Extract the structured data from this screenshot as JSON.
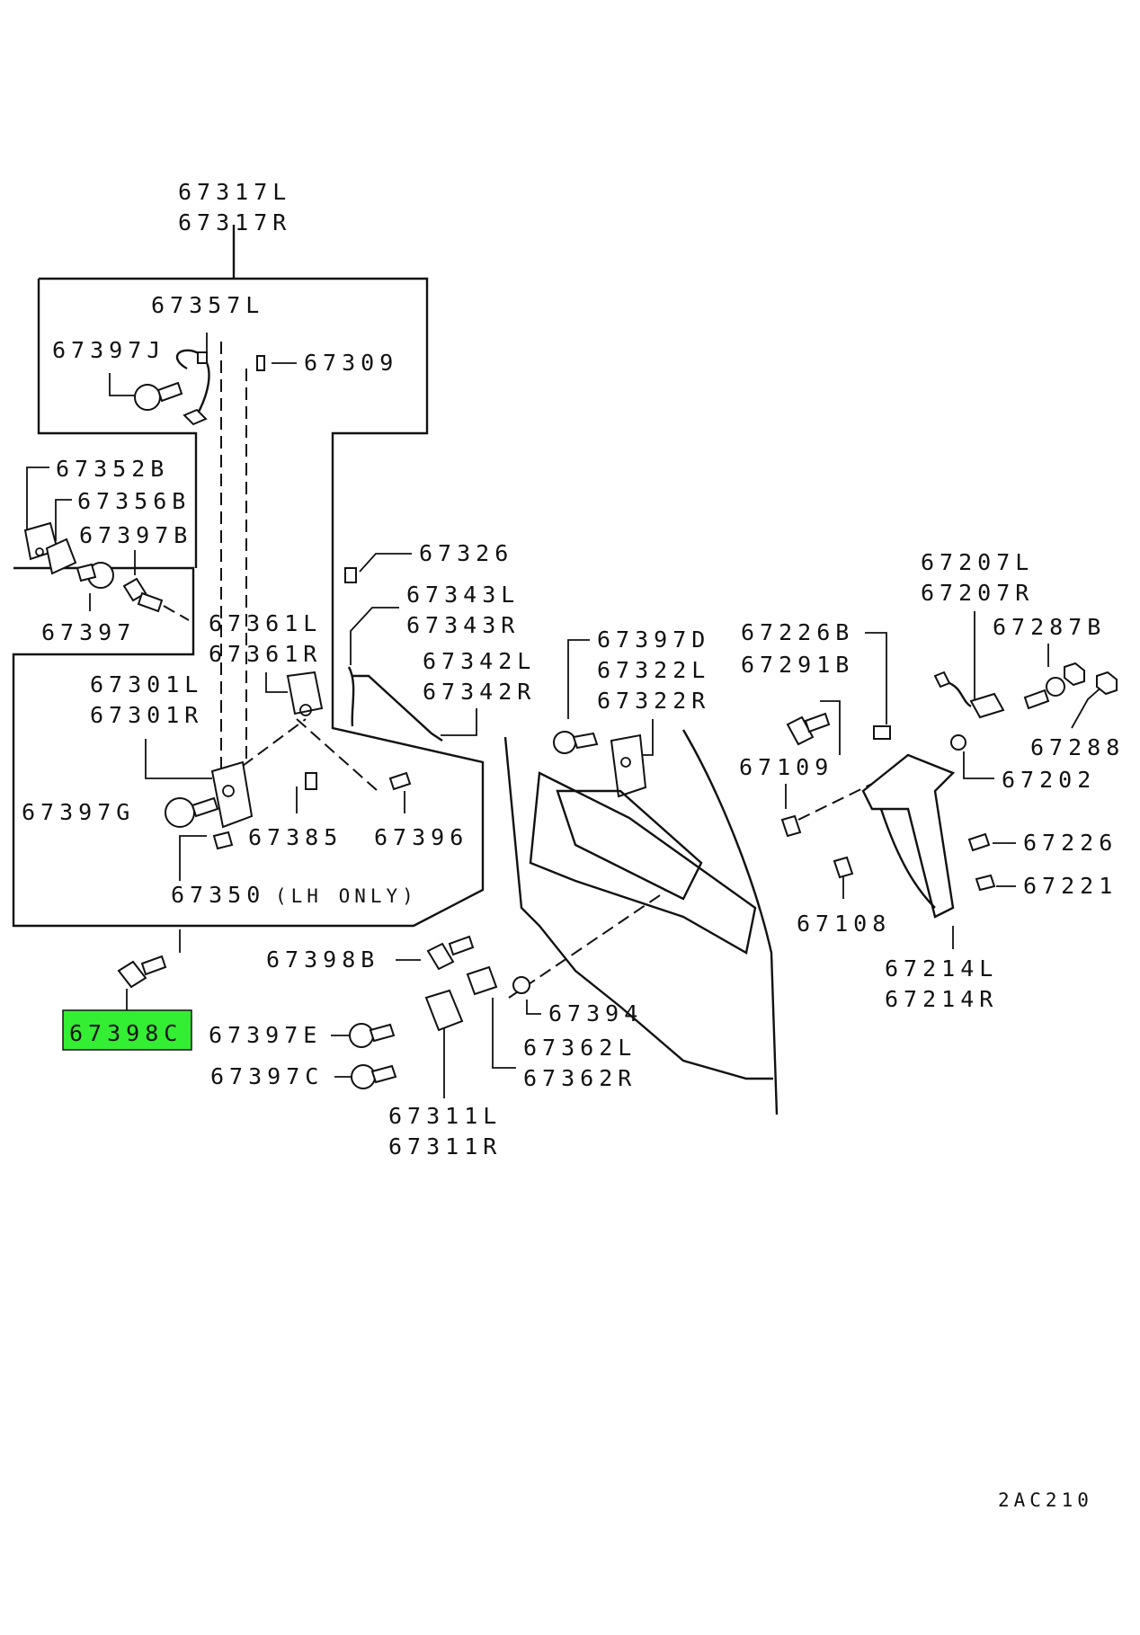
{
  "labels": {
    "p67317L": "67317L",
    "p67317R": "67317R",
    "p67357L": "67357L",
    "p67397J": "67397J",
    "p67309": "67309",
    "p67352B": "67352B",
    "p67356B": "67356B",
    "p67397B": "67397B",
    "p67397": "67397",
    "p67361L": "67361L",
    "p67361R": "67361R",
    "p67301L": "67301L",
    "p67301R": "67301R",
    "p67397G": "67397G",
    "p67385": "67385",
    "p67396": "67396",
    "p67350": "67350",
    "p67350_note": "(LH ONLY)",
    "p67398C": "67398C",
    "p67326": "67326",
    "p67343L": "67343L",
    "p67343R": "67343R",
    "p67342L": "67342L",
    "p67342R": "67342R",
    "p67397D": "67397D",
    "p67322L": "67322L",
    "p67322R": "67322R",
    "p67398B": "67398B",
    "p67394": "67394",
    "p67362L": "67362L",
    "p67362R": "67362R",
    "p67397E": "67397E",
    "p67397C": "67397C",
    "p67311L": "67311L",
    "p67311R": "67311R",
    "p67226B": "67226B",
    "p67291B": "67291B",
    "p67109": "67109",
    "p67108": "67108",
    "p67207L": "67207L",
    "p67207R": "67207R",
    "p67287B": "67287B",
    "p67288": "67288",
    "p67202": "67202",
    "p67226": "67226",
    "p67221": "67221",
    "p67214L": "67214L",
    "p67214R": "67214R",
    "figure_code": "2AC210"
  },
  "highlight": {
    "part": "67398C",
    "color": "#33ee33"
  }
}
